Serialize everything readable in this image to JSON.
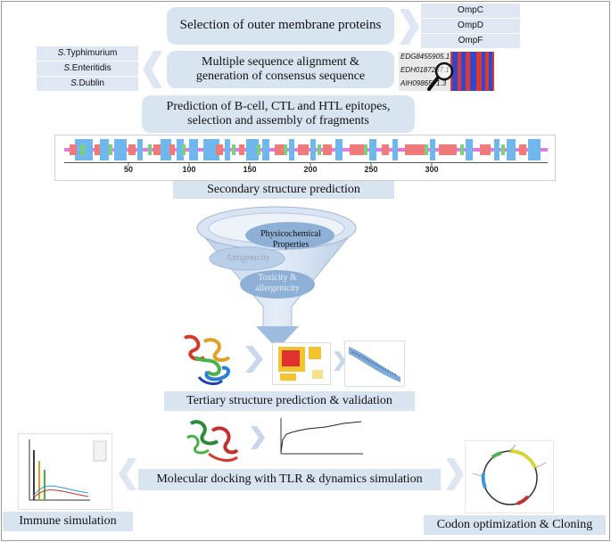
{
  "steps": {
    "selection": "Selection of outer membrane proteins",
    "alignment_line1": "Multiple sequence alignment &",
    "alignment_line2": "generation of consensus sequence",
    "epitope_line1": "Prediction of B-cell, CTL and HTL epitopes,",
    "epitope_line2": "selection and assembly of fragments",
    "secondary": "Secondary structure prediction",
    "tertiary": "Tertiary structure prediction & validation",
    "docking": "Molecular docking with TLR & dynamics simulation",
    "immune": "Immune simulation",
    "codon": "Codon optimization & Cloning"
  },
  "proteins": [
    "OmpC",
    "OmpD",
    "OmpF"
  ],
  "serovars": [
    {
      "prefix": "S.",
      "name": " Typhimurium"
    },
    {
      "prefix": "S.",
      "name": " Enteritidis"
    },
    {
      "prefix": "S.",
      "name": " Dublin"
    }
  ],
  "alignment_ids": [
    "EDG8455905.1",
    "EDH0187237.1",
    "AIH0986571.3"
  ],
  "ruler_ticks": [
    "50",
    "100",
    "150",
    "200",
    "250",
    "300"
  ],
  "funnel": {
    "physicochemical": "Physicochemical Properties",
    "antigenicity": "Antigenicity",
    "toxicity": "Toxicity & allergenicity"
  }
}
